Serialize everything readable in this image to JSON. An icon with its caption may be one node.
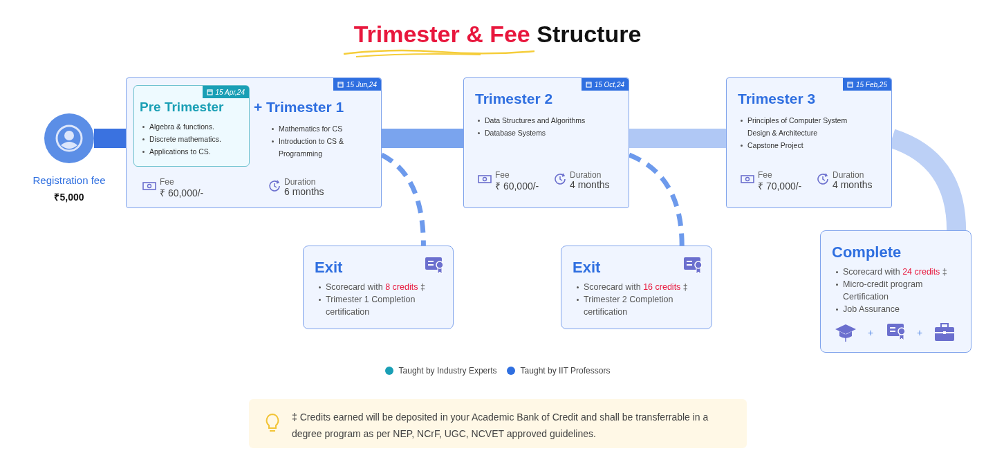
{
  "diagram": {
    "title": "**Trimester & Fee** Structure",
    "nodes": [
      {
        "text": [
          "Registration fee",
          "₹5,000"
        ]
      },
      {
        "text": [
          "15 Jun,24",
          "+ Trimester 1",
          "Mathematics for CS",
          "Introduction to CS & Programming",
          "Fee",
          "₹ 60,000/-",
          "Duration",
          "6 months"
        ]
      },
      {
        "text": [
          "15 Apr,24",
          "Pre Trimester",
          "Algebra & functions.",
          "Discrete mathematics.",
          "Applications to CS."
        ],
        "in": 1
      },
      {
        "text": [
          "15 Oct,24",
          "Trimester 2",
          "Data Structures and Algorithms",
          "Database Systems",
          "Fee",
          "₹ 60,000/-",
          "Duration",
          "4 months"
        ]
      },
      {
        "text": [
          "15 Feb,25",
          "Trimester 3",
          "Principles of Computer System Design & Architecture",
          "Capstone Project",
          "Fee",
          "₹ 70,000/-",
          "Duration",
          "4 months"
        ]
      },
      {
        "text": [
          "Exit",
          "Scorecard with **8 credits** ‡",
          "Trimester 1 Completion certification"
        ]
      },
      {
        "text": [
          "Exit",
          "Scorecard with **16 credits** ‡",
          "Trimester 2 Completion certification"
        ]
      },
      {
        "text": [
          "Complete",
          "Scorecard with **24 credits** ‡",
          "Micro-credit program Certification",
          "Job Assurance",
          "+",
          "+"
        ]
      }
    ],
    "edges": [
      {
        "from": 0,
        "to": 1,
        "arrow": "none"
      },
      {
        "from": 1,
        "to": 3,
        "arrow": "none"
      },
      {
        "from": 3,
        "to": 4,
        "arrow": "none"
      },
      {
        "from": 4,
        "to": 7,
        "arrow": "none"
      },
      {
        "from": 1,
        "to": 5,
        "arrow": "none",
        "style": "dashed"
      },
      {
        "from": 3,
        "to": 6,
        "arrow": "none",
        "style": "dashed"
      }
    ],
    "labels": [
      "‡ Credits earned will be deposited in your Academic Bank of Credit and shall be transferrable in a degree program as per NEP, NCrF, UGC, NCVET approved guidelines."
    ],
    "legend": [
      {
        "text": "Taught by Industry Experts",
        "color": "#1a9fb5"
      },
      {
        "text": "Taught by IIT Professors",
        "color": "#2f6fe0"
      }
    ]
  }
}
